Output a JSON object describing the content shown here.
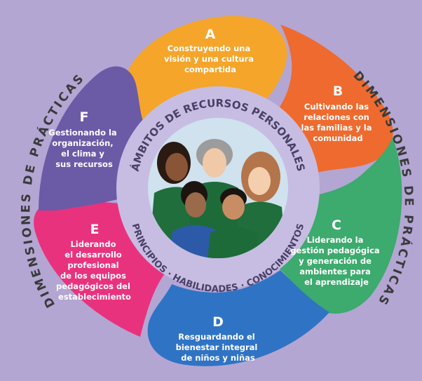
{
  "colors": {
    "background": "#b3a6d3",
    "A": "#f4a52a",
    "B": "#ef6a2e",
    "C": "#3daa6e",
    "D": "#2f73c4",
    "E": "#e9327d",
    "F": "#6b5aa6",
    "inner_ring": "#c7bde2",
    "portrait_bg": "#cfe2ee"
  },
  "outer_label_left": "DIMENSIONES DE PRÁCTICAS",
  "outer_label_right": "DIMENSIONES DE PRÁCTICAS",
  "inner_ring_top": "ÁMBITOS DE RECURSOS PERSONALES",
  "inner_ring_bottom": "PRINCIPIOS · HABILIDADES · CONOCIMIENTOS",
  "segments": [
    {
      "letter": "A",
      "lines": [
        "Construyendo una",
        "visión y una cultura",
        "compartida"
      ]
    },
    {
      "letter": "B",
      "lines": [
        "Cultivando las",
        "relaciones con",
        "las familias y la",
        "comunidad"
      ]
    },
    {
      "letter": "C",
      "lines": [
        "Liderando la",
        "gestión pedagógica",
        "y generación de",
        "ambientes para",
        "el aprendizaje"
      ]
    },
    {
      "letter": "D",
      "lines": [
        "Resguardando el",
        "bienestar integral",
        "de niños y niñas"
      ]
    },
    {
      "letter": "E",
      "lines": [
        "Liderando",
        "el desarrollo",
        "profesional",
        "de los equipos",
        "pedagógicos del",
        "establecimiento"
      ]
    },
    {
      "letter": "F",
      "lines": [
        "Gestionando la",
        "organización,",
        "el clima y",
        "sus recursos"
      ]
    }
  ]
}
